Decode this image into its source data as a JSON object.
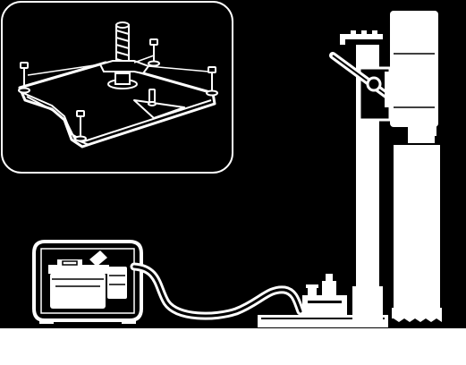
{
  "figure": {
    "colors": {
      "background": "#000000",
      "foreground": "#ffffff",
      "floor": "#ffffff"
    },
    "components": [
      "base-plate-detail-inset",
      "vacuum-pump-unit",
      "vacuum-hose",
      "drill-stand-base-plate",
      "drill-stand-column",
      "feed-handle",
      "carriage-handle",
      "core-drill-motor",
      "core-bit"
    ]
  }
}
